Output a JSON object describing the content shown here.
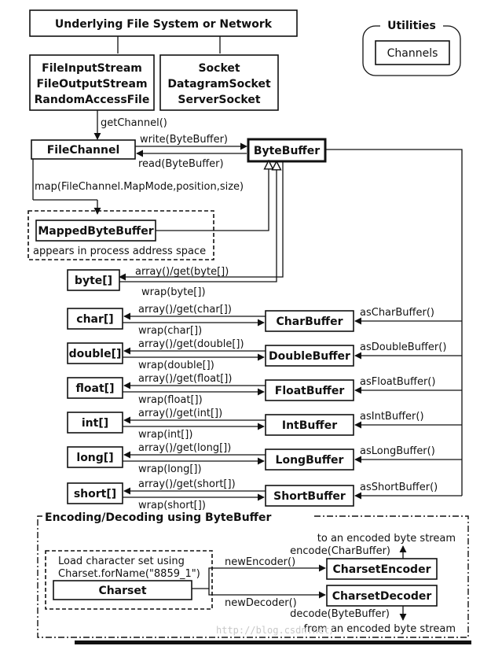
{
  "top_box": "Underlying File System or Network",
  "utilities": {
    "title": "Utilities",
    "item": "Channels"
  },
  "streams": [
    "FileInputStream",
    "FileOutputStream",
    "RandomAccessFile"
  ],
  "sockets": [
    "Socket",
    "DatagramSocket",
    "ServerSocket"
  ],
  "get_channel": "getChannel()",
  "file_channel": "FileChannel",
  "byte_buffer": "ByteBuffer",
  "write_label": "write(ByteBuffer)",
  "read_label": "read(ByteBuffer)",
  "map_label": "map(FileChannel.MapMode,position,size)",
  "mapped_byte_buffer": "MappedByteBuffer",
  "mapped_note": "appears in process address space",
  "byte_array": "byte[]",
  "byte_get": "array()/get(byte[])",
  "byte_wrap": "wrap(byte[])",
  "buffers": [
    {
      "array": "char[]",
      "get": "array()/get(char[])",
      "wrap": "wrap(char[])",
      "buffer": "CharBuffer",
      "as": "asCharBuffer()"
    },
    {
      "array": "double[]",
      "get": "array()/get(double[])",
      "wrap": "wrap(double[])",
      "buffer": "DoubleBuffer",
      "as": "asDoubleBuffer()"
    },
    {
      "array": "float[]",
      "get": "array()/get(float[])",
      "wrap": "wrap(float[])",
      "buffer": "FloatBuffer",
      "as": "asFloatBuffer()"
    },
    {
      "array": "int[]",
      "get": "array()/get(int[])",
      "wrap": "wrap(int[])",
      "buffer": "IntBuffer",
      "as": "asIntBuffer()"
    },
    {
      "array": "long[]",
      "get": "array()/get(long[])",
      "wrap": "wrap(long[])",
      "buffer": "LongBuffer",
      "as": "asLongBuffer()"
    },
    {
      "array": "short[]",
      "get": "array()/get(short[])",
      "wrap": "wrap(short[])",
      "buffer": "ShortBuffer",
      "as": "asShortBuffer()"
    }
  ],
  "encoding": {
    "title": "Encoding/Decoding using ByteBuffer",
    "to_stream": "to an encoded byte stream",
    "encode": "encode(CharBuffer)",
    "new_encoder": "newEncoder()",
    "charset_encoder": "CharsetEncoder",
    "load_line1": "Load character set using",
    "load_line2": "Charset.forName(\"8859_1\")",
    "charset": "Charset",
    "new_decoder": "newDecoder()",
    "charset_decoder": "CharsetDecoder",
    "decode": "decode(ByteBuffer)",
    "from_stream": "from an encoded byte stream"
  },
  "watermark": "http://blog.csdn.net/"
}
